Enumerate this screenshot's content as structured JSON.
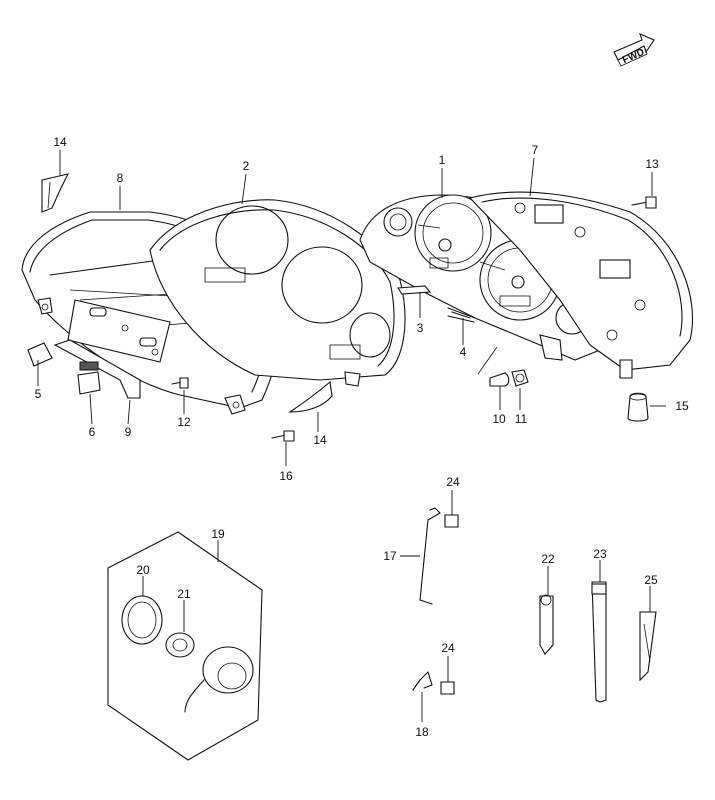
{
  "direction_badge": "FWD",
  "callouts": [
    {
      "id": "c14a",
      "text": "14"
    },
    {
      "id": "c8",
      "text": "8"
    },
    {
      "id": "c2",
      "text": "2"
    },
    {
      "id": "c1",
      "text": "1"
    },
    {
      "id": "c7",
      "text": "7"
    },
    {
      "id": "c13",
      "text": "13"
    },
    {
      "id": "c3",
      "text": "3"
    },
    {
      "id": "c4",
      "text": "4"
    },
    {
      "id": "c5",
      "text": "5"
    },
    {
      "id": "c6",
      "text": "6"
    },
    {
      "id": "c9",
      "text": "9"
    },
    {
      "id": "c12",
      "text": "12"
    },
    {
      "id": "c14b",
      "text": "14"
    },
    {
      "id": "c16",
      "text": "16"
    },
    {
      "id": "c10",
      "text": "10"
    },
    {
      "id": "c11",
      "text": "11"
    },
    {
      "id": "c15",
      "text": "15"
    },
    {
      "id": "c24a",
      "text": "24"
    },
    {
      "id": "c17",
      "text": "17"
    },
    {
      "id": "c19",
      "text": "19"
    },
    {
      "id": "c20",
      "text": "20"
    },
    {
      "id": "c21",
      "text": "21"
    },
    {
      "id": "c22",
      "text": "22"
    },
    {
      "id": "c23",
      "text": "23"
    },
    {
      "id": "c25",
      "text": "25"
    },
    {
      "id": "c24b",
      "text": "24"
    },
    {
      "id": "c18",
      "text": "18"
    }
  ]
}
